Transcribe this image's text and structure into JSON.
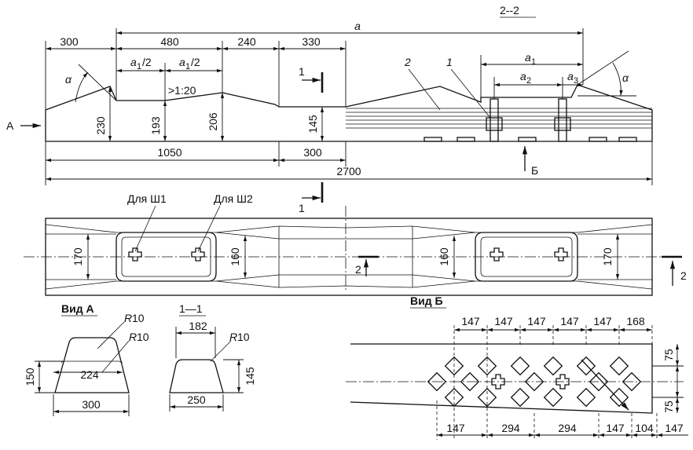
{
  "top_view": {
    "dim_top": [
      "300",
      "480",
      "240",
      "330"
    ],
    "dim_a": "a",
    "dim_a1_half_left": "a",
    "dim_a1_half_left_sub": "1",
    "dim_a1_half_left_tail": "/2",
    "dim_slope": ">1:20",
    "dim_alpha": "α",
    "dim_heights": [
      "230",
      "193",
      "206",
      "145"
    ],
    "dim_bottom": [
      "1050",
      "300"
    ],
    "dim_total": "2700",
    "section_label": "2--2",
    "a_label": "a",
    "sub1": "1",
    "sub2": "2",
    "sub3": "3",
    "callout_1": "1",
    "callout_2": "2",
    "arrow_A": "А",
    "arrow_B": "Б",
    "cut_1": "1"
  },
  "plan_view": {
    "for_sh1": "Для Ш1",
    "for_sh2": "Для Ш2",
    "widths": [
      "170",
      "160",
      "160",
      "170"
    ],
    "cut_2": "2",
    "cut_1": "1"
  },
  "view_a": {
    "title": "Вид А",
    "r1": "R",
    "r1_val": " 10",
    "r2": "R",
    "r2_val": " 10",
    "top": "224",
    "bottom": "300",
    "height": "150"
  },
  "section_1_1": {
    "title": "1—1",
    "top": "182",
    "r": "R",
    "r_val": " 10",
    "height": "145",
    "bottom": "250"
  },
  "view_b": {
    "title": "Вид Б",
    "top_dims": [
      "147",
      "147",
      "147",
      "147",
      "147",
      "168"
    ],
    "bottom_dims": [
      "147",
      "294",
      "294",
      "147",
      "104",
      "147"
    ],
    "side_dims": [
      "75",
      "75"
    ]
  }
}
